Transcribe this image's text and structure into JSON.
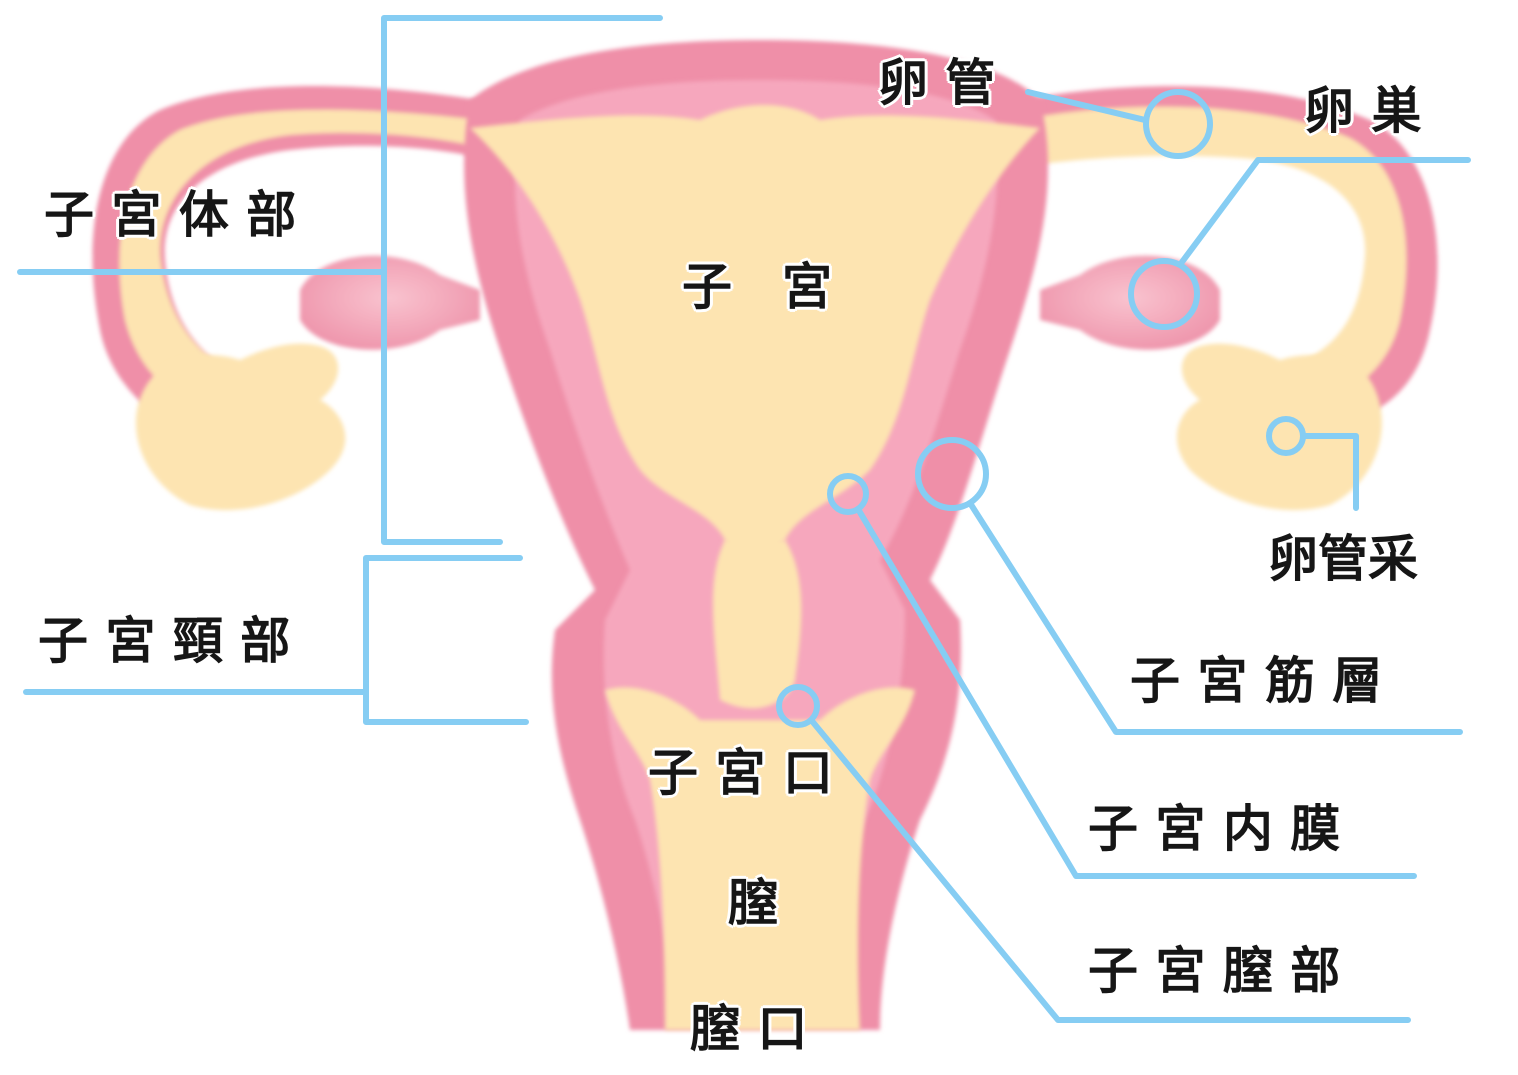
{
  "colors": {
    "pink_outer": "#ef8fa8",
    "pink_inner": "#f6a7bd",
    "cream": "#fde4b1",
    "ovary": "#f7b1c1",
    "leader": "#86cdf3",
    "text": "#161616"
  },
  "labels": {
    "uterine_body": "子 宮 体 部",
    "uterus": "子　宮",
    "fallopian_tube": "卵 管",
    "ovary": "卵 巣",
    "fimbriae": "卵管采",
    "cervix": "子 宮 頸 部",
    "myometrium": "子 宮 筋 層",
    "external_os": "子 宮 口",
    "endometrium": "子 宮 内 膜",
    "vagina": "膣",
    "vaginal_portion": "子 宮 膣 部",
    "vaginal_opening": "膣 口"
  }
}
